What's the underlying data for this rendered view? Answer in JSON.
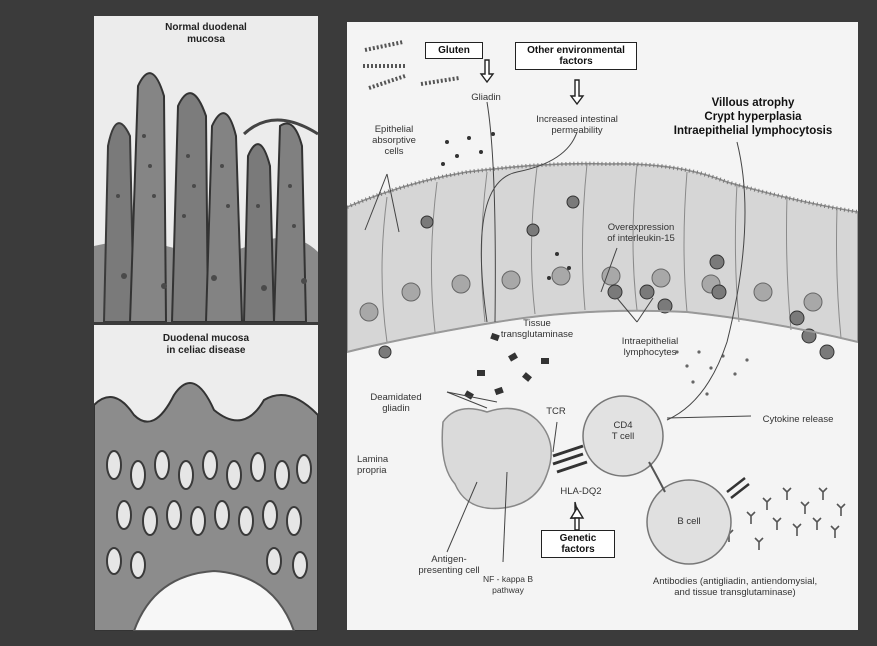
{
  "colors": {
    "background": "#3b3b3b",
    "panel": "#f4f4f4",
    "ink": "#222222"
  },
  "left_panels": {
    "normal": {
      "title_line1": "Normal duodenal",
      "title_line2": "mucosa"
    },
    "celiac": {
      "title_line1": "Duodenal mucosa",
      "title_line2": "in celiac disease"
    }
  },
  "diagram": {
    "boxes": {
      "gluten": "Gluten",
      "other_env_line1": "Other environmental",
      "other_env_line2": "factors",
      "genetic_line1": "Genetic",
      "genetic_line2": "factors"
    },
    "heading": {
      "line1": "Villous atrophy",
      "line2": "Crypt hyperplasia",
      "line3": "Intraepithelial lymphocytosis"
    },
    "labels": {
      "gliadin": "Gliadin",
      "permeability_line1": "Increased intestinal",
      "permeability_line2": "permeability",
      "epithelial_line1": "Epithelial",
      "epithelial_line2": "absorptive",
      "epithelial_line3": "cells",
      "il15_line1": "Overexpression",
      "il15_line2": "of interleukin-15",
      "ttg_line1": "Tissue",
      "ttg_line2": "transglutaminase",
      "iel_line1": "Intraepithelial",
      "iel_line2": "lymphocytes",
      "deamidated_line1": "Deamidated",
      "deamidated_line2": "gliadin",
      "tcr": "TCR",
      "cd4_line1": "CD4",
      "cd4_line2": "T cell",
      "cytokine": "Cytokine release",
      "lamina_line1": "Lamina",
      "lamina_line2": "propria",
      "hla": "HLA-DQ2",
      "bcell": "B cell",
      "apc_line1": "Antigen-",
      "apc_line2": "presenting cell",
      "nfkb_line1": "NF - kappa B",
      "nfkb_line2": "pathway",
      "antibodies_line1": "Antibodies (antigliadin, antiendomysial,",
      "antibodies_line2": "and tissue transglutaminase)"
    }
  }
}
